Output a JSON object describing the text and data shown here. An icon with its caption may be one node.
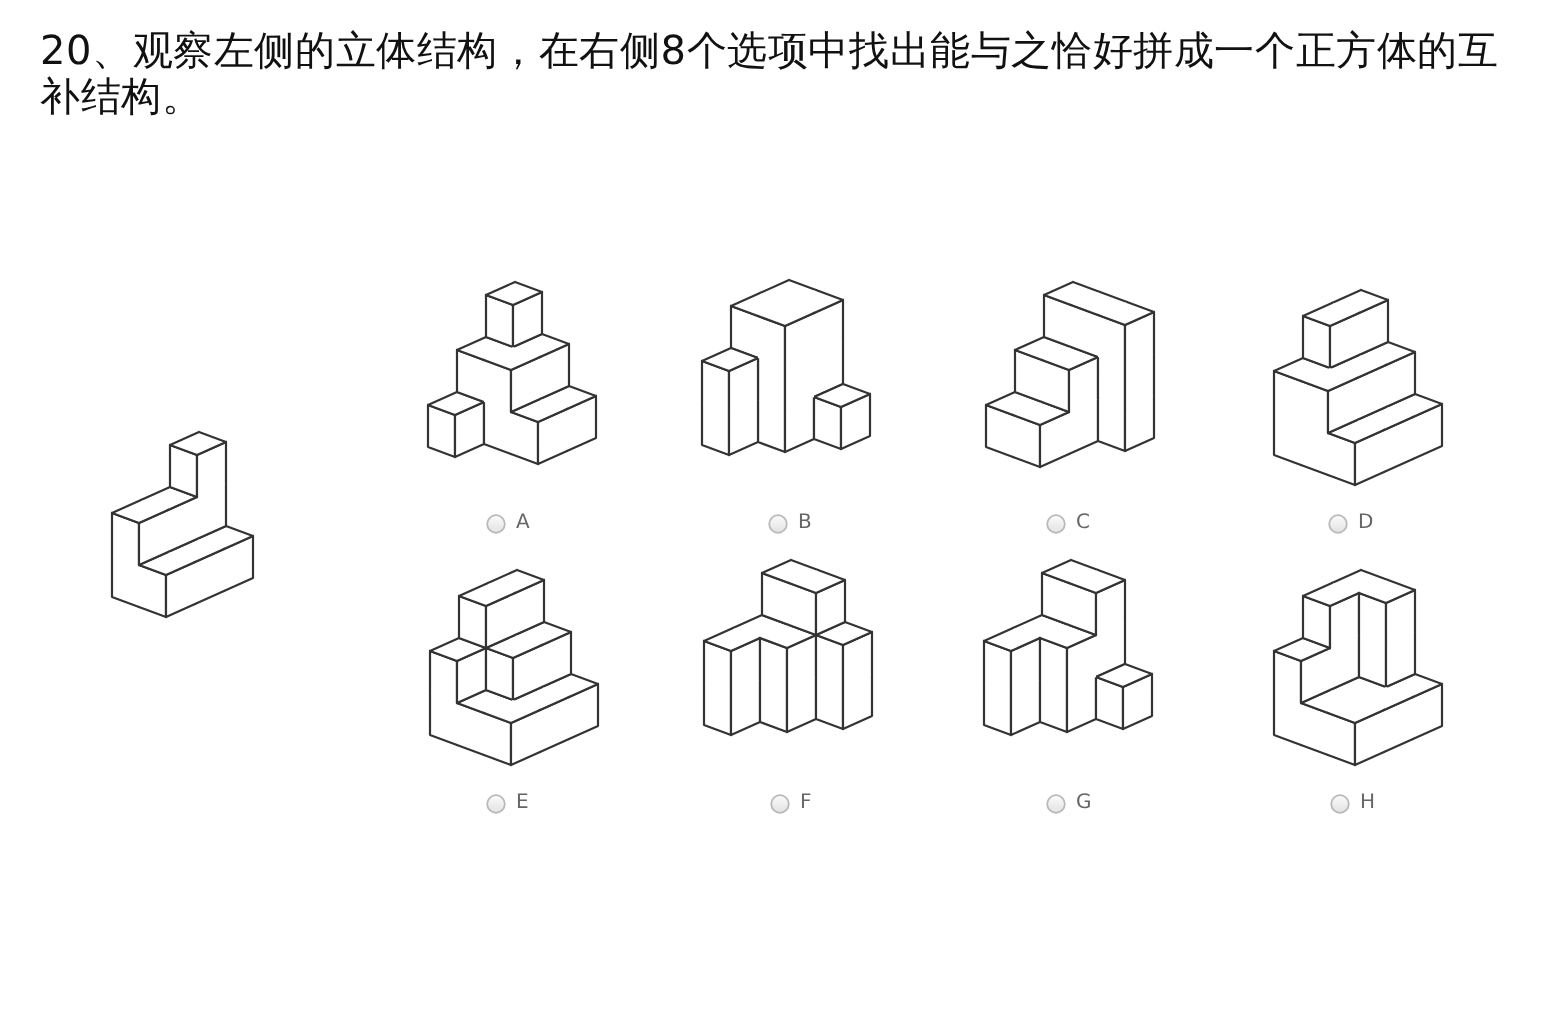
{
  "diagram": {
    "title": "20、观察左侧的立体结构，在右侧8个选项中找出能与之恰好拼成一个正方体的互补结构。",
    "labels": [
      "A",
      "B",
      "C",
      "D",
      "E",
      "F",
      "G",
      "H"
    ]
  }
}
